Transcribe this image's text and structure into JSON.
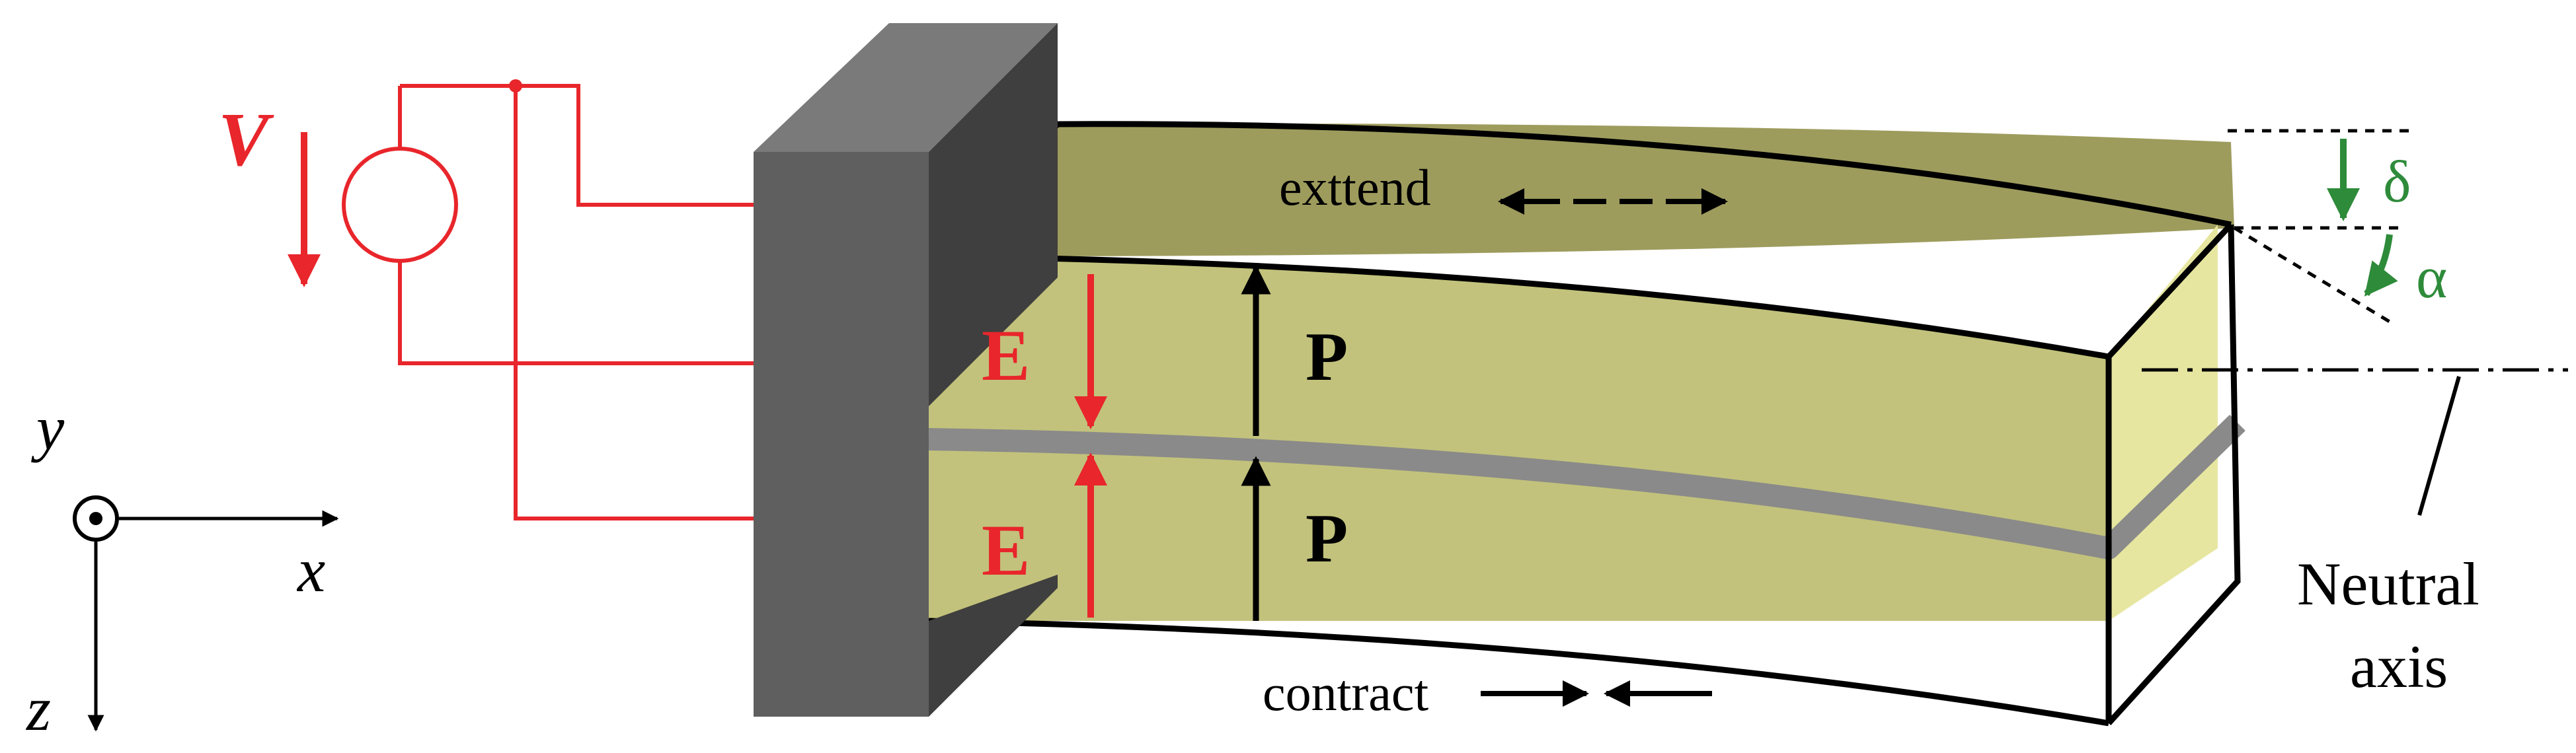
{
  "labels": {
    "voltage": "V",
    "extend": "exttend",
    "contract": "contract",
    "delta": "δ",
    "alpha": "α",
    "field_top": "E",
    "field_bottom": "E",
    "polarization_top": "P",
    "polarization_bottom": "P",
    "neutral_axis_line1": "Neutral",
    "neutral_axis_line2": "axis",
    "axis_x": "x",
    "axis_y": "y",
    "axis_z": "z"
  },
  "colors": {
    "circuit": "#e8262b",
    "clamp_front": "#5f5f5f",
    "clamp_side": "#3f3f3f",
    "clamp_top": "#7a7a7a",
    "beam_front": "#c2c27c",
    "beam_top": "#9e9c5d",
    "beam_end": "#e6e6a0",
    "neutral_layer": "#8a8a8a",
    "deflection_green": "#2e8b3a",
    "outline": "#000000"
  }
}
